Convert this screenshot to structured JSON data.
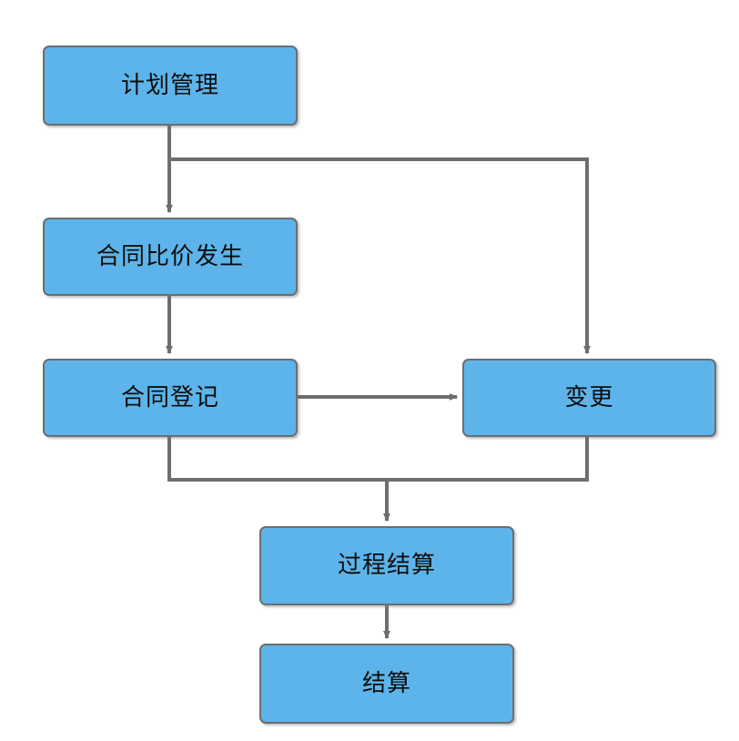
{
  "diagram": {
    "type": "flowchart",
    "title": "",
    "orientation": "top-to-bottom",
    "colors": {
      "node_fill": "#5db4ea",
      "node_border": "#6e6e6e",
      "edge": "#6e6e6e",
      "label_text": "#0d0d0d",
      "background": "#ffffff"
    },
    "nodes": [
      {
        "id": "plan",
        "label": "计划管理"
      },
      {
        "id": "compare",
        "label": "合同比价发生"
      },
      {
        "id": "register",
        "label": "合同登记"
      },
      {
        "id": "change",
        "label": "变更"
      },
      {
        "id": "progress",
        "label": "过程结算"
      },
      {
        "id": "settle",
        "label": "结算"
      }
    ],
    "edges": [
      {
        "from": "plan",
        "to": "compare",
        "label": "",
        "style": "arrow-down"
      },
      {
        "from": "plan",
        "to": "change",
        "label": "",
        "style": "orthogonal-right-down"
      },
      {
        "from": "compare",
        "to": "register",
        "label": "",
        "style": "arrow-down"
      },
      {
        "from": "register",
        "to": "change",
        "label": "",
        "style": "arrow-right"
      },
      {
        "from": "register",
        "to": "progress",
        "label": "",
        "style": "orthogonal-merge-down"
      },
      {
        "from": "change",
        "to": "progress",
        "label": "",
        "style": "orthogonal-merge-down"
      },
      {
        "from": "progress",
        "to": "settle",
        "label": "",
        "style": "arrow-down"
      }
    ]
  }
}
